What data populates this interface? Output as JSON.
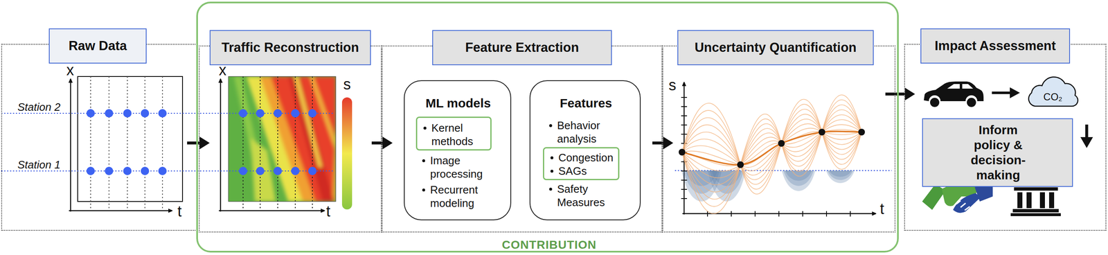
{
  "diagram": {
    "nodes": [
      {
        "text": [
          "Raw Data"
        ]
      },
      {
        "text": [
          "CONTRIBUTION"
        ]
      },
      {
        "text": [
          "Traffic Reconstruction"
        ],
        "in": 1
      },
      {
        "text": [
          "Feature Extraction"
        ],
        "in": 1
      },
      {
        "text": [
          "ML models",
          "Image processing",
          "Recurrent modeling"
        ],
        "in": 3
      },
      {
        "text": [
          "Kernel methods"
        ],
        "in": 4
      },
      {
        "text": [
          "Features",
          "Behavior analysis",
          "Safety Measures"
        ],
        "in": 3
      },
      {
        "text": [
          "Congestion",
          "SAGs"
        ],
        "in": 6
      },
      {
        "text": [
          "Uncertainty Quantification"
        ],
        "in": 1
      },
      {
        "text": [
          "Impact Assessment"
        ]
      },
      {
        "text": [
          "Inform policy & decision-making"
        ],
        "in": 9
      }
    ],
    "edges": [
      {
        "from": 0,
        "to": 2,
        "arrow": "to"
      },
      {
        "from": 2,
        "to": 3,
        "arrow": "to"
      },
      {
        "from": 3,
        "to": 8,
        "arrow": "to"
      },
      {
        "from": 8,
        "to": 9,
        "arrow": "to"
      }
    ],
    "labels": [
      "x",
      "t",
      "Station 2",
      "Station 1",
      "x",
      "t",
      "s",
      "s",
      "t",
      "CO₂"
    ]
  }
}
